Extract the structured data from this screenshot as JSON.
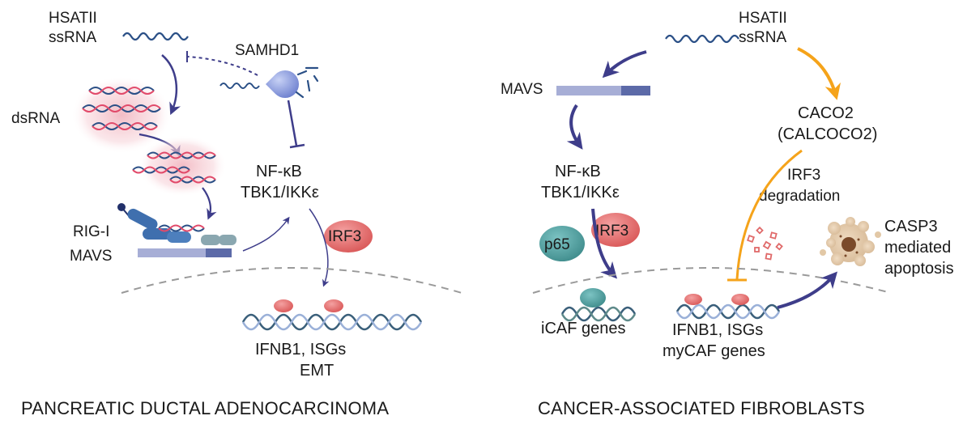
{
  "left_panel": {
    "hsatii_line1": "HSATII",
    "hsatii_line2": "ssRNA",
    "samhd1": "SAMHD1",
    "dsrna": "dsRNA",
    "nfkb": "NF-κB",
    "tbk1": "TBK1/IKKε",
    "rigi": "RIG-I",
    "mavs": "MAVS",
    "irf3": "IRF3",
    "genes_line1": "IFNB1, ISGs",
    "genes_line2": "EMT",
    "title": "PANCREATIC DUCTAL ADENOCARCINOMA"
  },
  "right_panel": {
    "hsatii_line1": "HSATII",
    "hsatii_line2": "ssRNA",
    "mavs": "MAVS",
    "caco2_line1": "CACO2",
    "caco2_line2": "(CALCOCO2)",
    "nfkb": "NF-κB",
    "tbk1": "TBK1/IKKε",
    "irf3_deg_line1": "IRF3",
    "irf3_deg_line2": "degradation",
    "p65": "p65",
    "irf3": "IRF3",
    "casp3_line1": "CASP3",
    "casp3_line2": "mediated",
    "casp3_line3": "apoptosis",
    "icaf": "iCAF genes",
    "mycaf_line1": "IFNB1, ISGs",
    "mycaf_line2": "myCAF genes",
    "title": "CANCER-ASSOCIATED FIBROBLASTS"
  },
  "colors": {
    "arrow": "#3e3d8a",
    "orange": "#f5a31a",
    "rna": "#2a4f86",
    "mavs_bar": "#a7aed6",
    "mavs_dark": "#5c6aa8",
    "irf3": "#e36b6b",
    "p65": "#4a9a9a",
    "dna_dark": "#3a5f7a",
    "dna_light": "#9ab0d8",
    "glow": "#f2b8c2",
    "samhd1": "#7b8fd8"
  }
}
